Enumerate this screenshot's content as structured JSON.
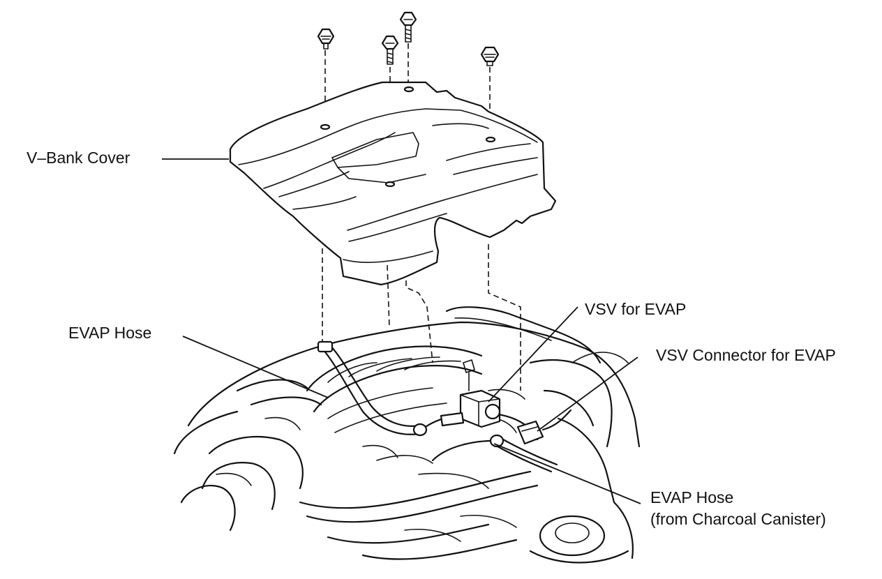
{
  "labels": {
    "v_bank_cover": "V–Bank Cover",
    "evap_hose": "EVAP Hose",
    "vsv_for_evap": "VSV for EVAP",
    "vsv_connector_for_evap": "VSV Connector for EVAP",
    "evap_hose_canister_line1": "EVAP Hose",
    "evap_hose_canister_line2": "(from Charcoal Canister)"
  }
}
